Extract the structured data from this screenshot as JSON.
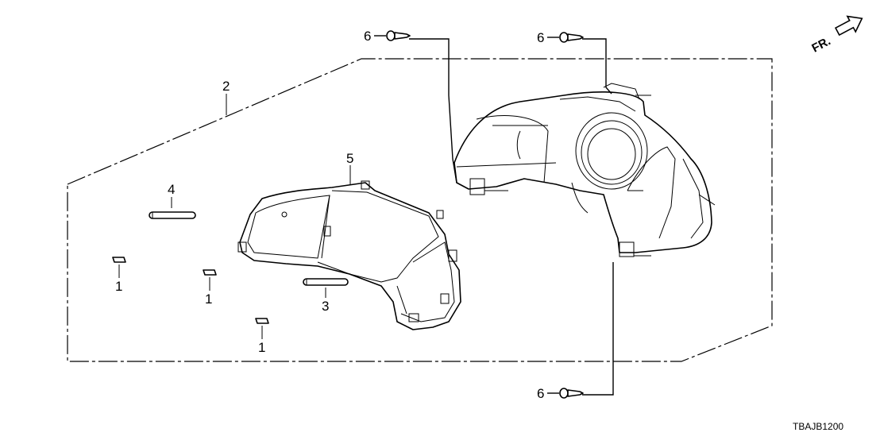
{
  "diagram": {
    "code": "TBAJB1200",
    "direction_label": "FR.",
    "callouts": {
      "c2": "2",
      "c4": "4",
      "c5": "5",
      "c3": "3",
      "c1a": "1",
      "c1b": "1",
      "c1c": "1",
      "c6a": "6",
      "c6b": "6",
      "c6c": "6"
    }
  }
}
